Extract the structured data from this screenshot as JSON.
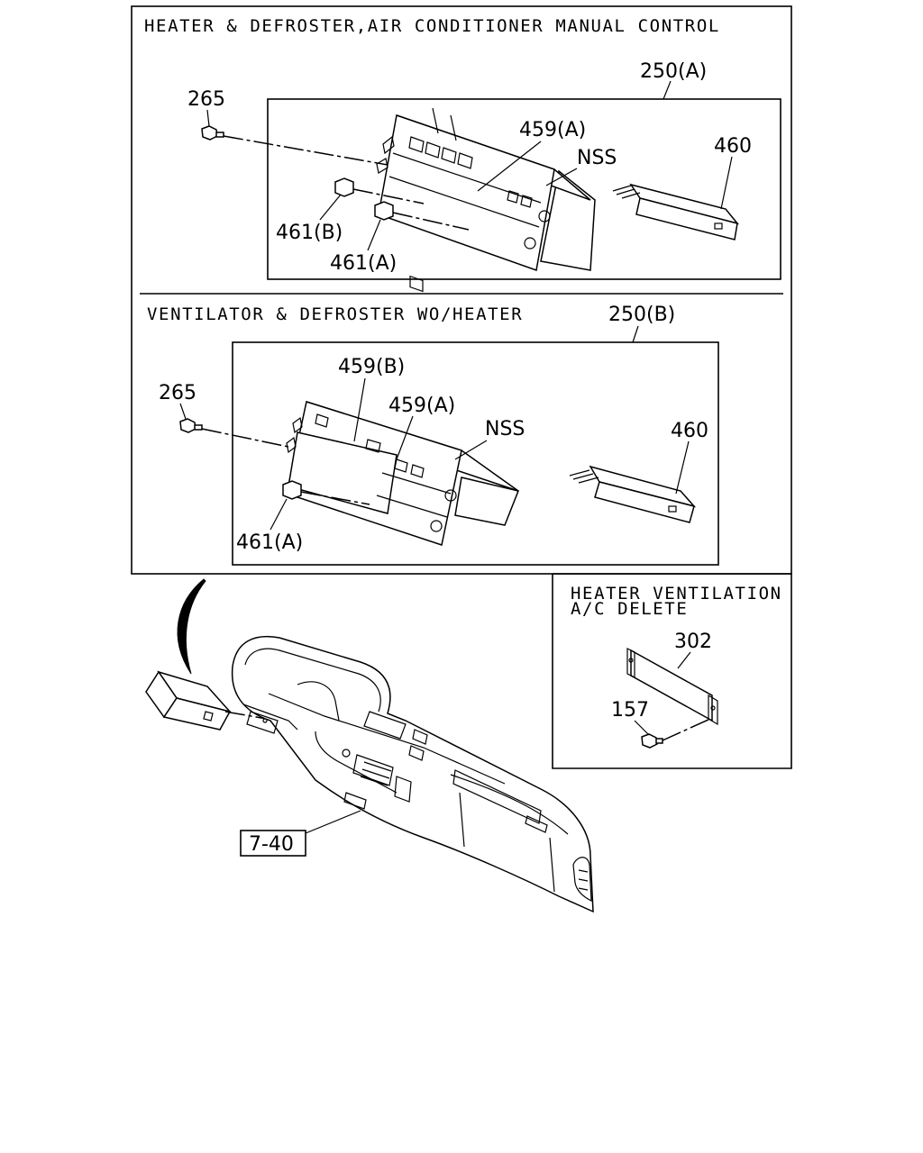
{
  "sections": {
    "ac_manual": {
      "title": "HEATER & DEFROSTER,AIR CONDITIONER MANUAL CONTROL",
      "labels": {
        "assembly": "250(A)",
        "screw": "265",
        "panel": "459(A)",
        "nss": "NSS",
        "module": "460",
        "knob_b": "461(B)",
        "knob_a": "461(A)"
      }
    },
    "vent_wo_heater": {
      "title": "VENTILATOR & DEFROSTER WO/HEATER",
      "labels": {
        "assembly": "250(B)",
        "screw": "265",
        "panel_b": "459(B)",
        "panel_a": "459(A)",
        "nss": "NSS",
        "module": "460",
        "knob_a": "461(A)"
      }
    },
    "ac_delete": {
      "title_line1": "HEATER VENTILATION",
      "title_line2": "A/C DELETE",
      "labels": {
        "cover": "302",
        "screw": "157"
      }
    }
  },
  "dashboard": {
    "ref_label": "7-40"
  }
}
